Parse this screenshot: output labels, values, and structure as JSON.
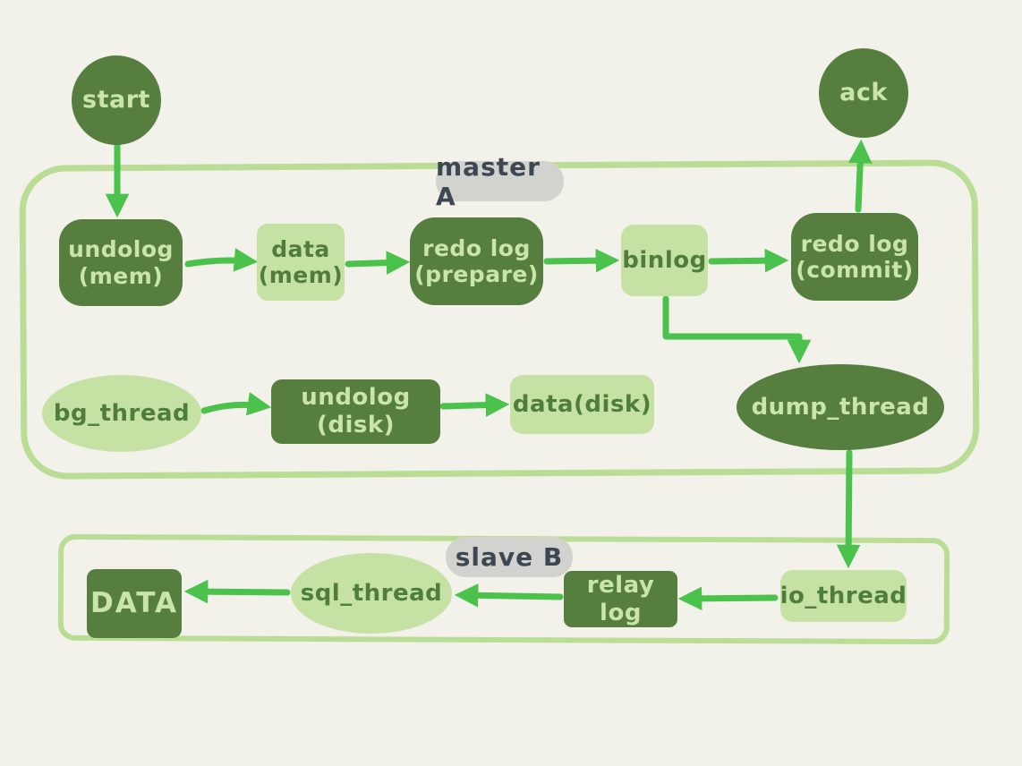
{
  "colors": {
    "background": "#f2f1ea",
    "node_dark": "#567e3f",
    "node_light": "#c6e1a4",
    "text_on_dark": "#c9e5ab",
    "text_on_light": "#4f7e3c",
    "arrow": "#4bc24b",
    "group_outline": "#b9dd95",
    "label_bg": "#d2d2cf",
    "label_text": "#3d4751"
  },
  "groups": {
    "master": {
      "label": "master A"
    },
    "slave": {
      "label": "slave B"
    }
  },
  "nodes": {
    "start": {
      "label": "start"
    },
    "ack": {
      "label": "ack"
    },
    "undolog_mem": {
      "label": "undolog\n(mem)"
    },
    "data_mem": {
      "label": "data\n(mem)"
    },
    "redo_log_prepare": {
      "label": "redo log\n(prepare)"
    },
    "binlog": {
      "label": "binlog"
    },
    "redo_log_commit": {
      "label": "redo log\n(commit)"
    },
    "bg_thread": {
      "label": "bg_thread"
    },
    "undolog_disk": {
      "label": "undolog (disk)"
    },
    "data_disk": {
      "label": "data(disk)"
    },
    "dump_thread": {
      "label": "dump_thread"
    },
    "data_final": {
      "label": "DATA"
    },
    "sql_thread": {
      "label": "sql_thread"
    },
    "relay_log": {
      "label": "relay log"
    },
    "io_thread": {
      "label": "io_thread"
    }
  },
  "edges": [
    {
      "from": "start",
      "to": "undolog_mem"
    },
    {
      "from": "undolog_mem",
      "to": "data_mem"
    },
    {
      "from": "data_mem",
      "to": "redo_log_prepare"
    },
    {
      "from": "redo_log_prepare",
      "to": "binlog"
    },
    {
      "from": "binlog",
      "to": "redo_log_commit"
    },
    {
      "from": "redo_log_commit",
      "to": "ack"
    },
    {
      "from": "binlog",
      "to": "dump_thread"
    },
    {
      "from": "bg_thread",
      "to": "undolog_disk"
    },
    {
      "from": "undolog_disk",
      "to": "data_disk"
    },
    {
      "from": "dump_thread",
      "to": "io_thread"
    },
    {
      "from": "io_thread",
      "to": "relay_log"
    },
    {
      "from": "relay_log",
      "to": "sql_thread"
    },
    {
      "from": "sql_thread",
      "to": "data_final"
    }
  ]
}
